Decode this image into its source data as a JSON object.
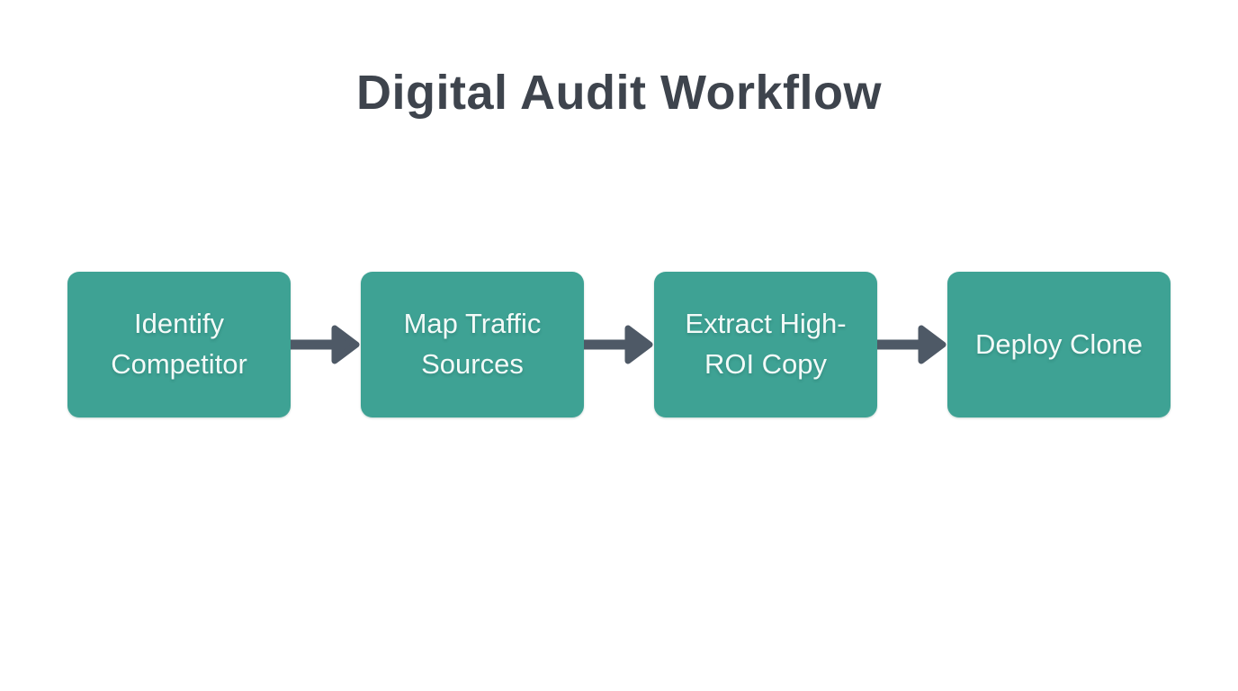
{
  "page": {
    "title": "Digital Audit Workflow"
  },
  "flow": {
    "steps": [
      {
        "label": "Identify Competitor"
      },
      {
        "label": "Map Traffic Sources"
      },
      {
        "label": "Extract High-ROI Copy"
      },
      {
        "label": "Deploy Clone"
      }
    ],
    "connector_icon": "arrow-right-icon"
  },
  "colors": {
    "background": "#ffffff",
    "box_fill": "#3ea294",
    "box_text": "#f3faf8",
    "arrow": "#4e5966",
    "title_text": "#3e444d"
  }
}
